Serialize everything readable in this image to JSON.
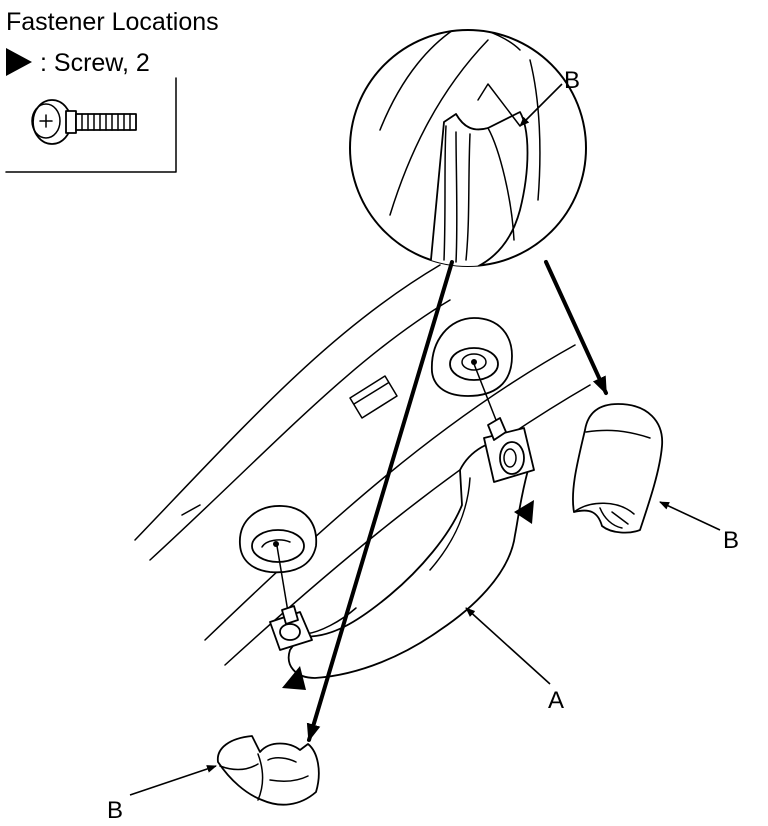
{
  "legend": {
    "title": "Fastener Locations",
    "screw_text": ": Screw, 2"
  },
  "callouts": {
    "grab_handle": "A",
    "cover_inset": "B",
    "cover_right": "B",
    "cover_bottom": "B"
  }
}
